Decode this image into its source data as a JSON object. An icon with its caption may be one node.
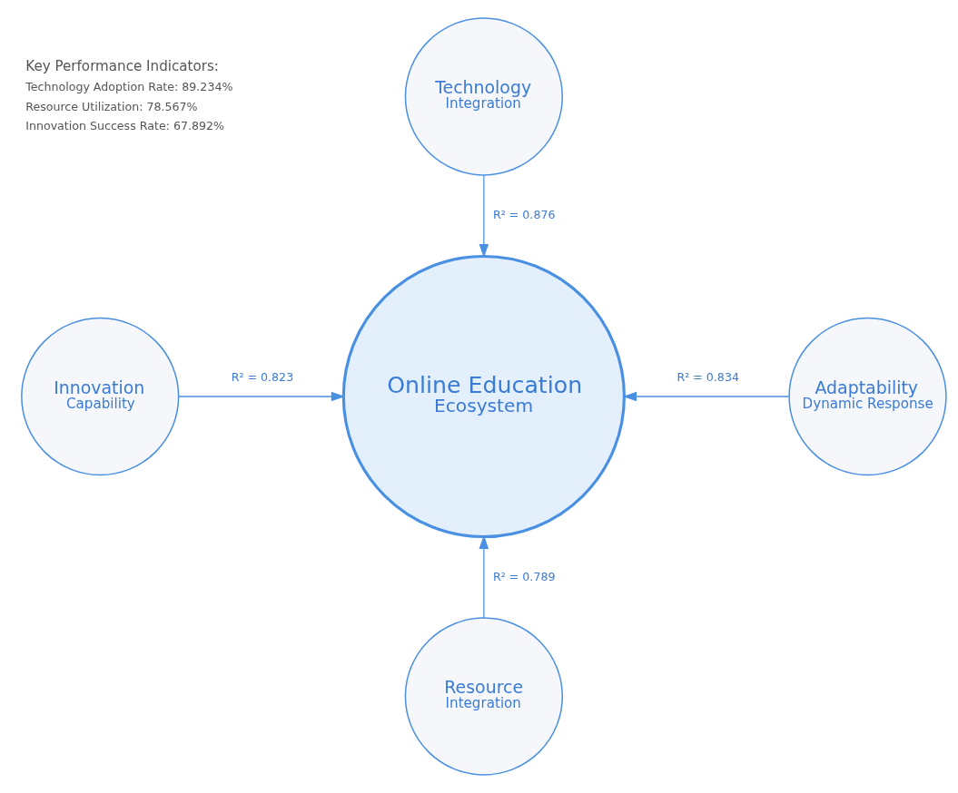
{
  "diagram": {
    "nodes": [
      {
        "text": [
          "Online Education",
          "Ecosystem"
        ]
      },
      {
        "text": [
          "Technology",
          "Integration"
        ]
      },
      {
        "text": [
          "Innovation",
          "Capability"
        ]
      },
      {
        "text": [
          "Adaptability",
          "Dynamic Response"
        ]
      },
      {
        "text": [
          "Resource",
          "Integration"
        ]
      }
    ],
    "edges": [
      {
        "from": 1,
        "to": 0,
        "arrow": "to",
        "label": "R² = 0.876"
      },
      {
        "from": 2,
        "to": 0,
        "arrow": "to",
        "label": "R² = 0.823"
      },
      {
        "from": 3,
        "to": 0,
        "arrow": "to",
        "label": "R² = 0.834"
      },
      {
        "from": 4,
        "to": 0,
        "arrow": "to",
        "label": "R² = 0.789"
      }
    ],
    "labels": [
      "Key Performance Indicators:",
      "Technology Adoption Rate: 89.234%",
      "Resource Utilization: 78.567%",
      "Innovation Success Rate: 67.892%"
    ]
  }
}
